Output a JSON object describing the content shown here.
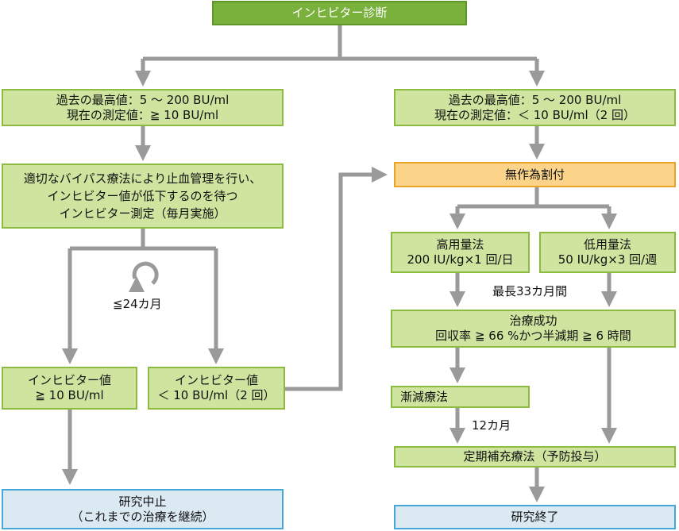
{
  "header": "インヒビター診断",
  "left_branch": {
    "condition": [
      "過去の最高値：5 ～ 200 BU/ml",
      "現在の測定値：≧ 10 BU/ml"
    ],
    "management": [
      "適切なバイパス療法により止血管理を行い、",
      "インヒビター値が低下するのを待つ",
      "インヒビター測定（毎月実施）"
    ],
    "loop_label": "≦24カ月",
    "outcome_high": [
      "インヒビター値",
      "≧ 10 BU/ml"
    ],
    "outcome_low": [
      "インヒビター値",
      "＜ 10 BU/ml（2 回）"
    ],
    "stop": [
      "研究中止",
      "（これまでの治療を継続）"
    ]
  },
  "right_branch": {
    "condition": [
      "過去の最高値：5 ～ 200 BU/ml",
      "現在の測定値：＜ 10 BU/ml（2 回）"
    ],
    "randomization": "無作為割付",
    "high_dose": [
      "高用量法",
      "200 IU/kg×1 回/日"
    ],
    "low_dose": [
      "低用量法",
      "50 IU/kg×3 回/週"
    ],
    "max_duration": "最長33カ月間",
    "success": [
      "治療成功",
      "回収率 ≧ 66 %かつ半減期 ≧ 6 時間"
    ],
    "taper": "漸減療法",
    "taper_duration": "12カ月",
    "prophylaxis": "定期補充療法（予防投与）",
    "end": "研究終了"
  },
  "colors": {
    "arrow": "#9a9a9a",
    "green_fill": "#cfe59f",
    "green_border": "#8dbb3f",
    "header_fill": "#7ab03c",
    "orange_fill": "#fcd489",
    "orange_border": "#eba42a",
    "blue_fill": "#dbe9f3",
    "blue_border": "#47a7d6"
  }
}
